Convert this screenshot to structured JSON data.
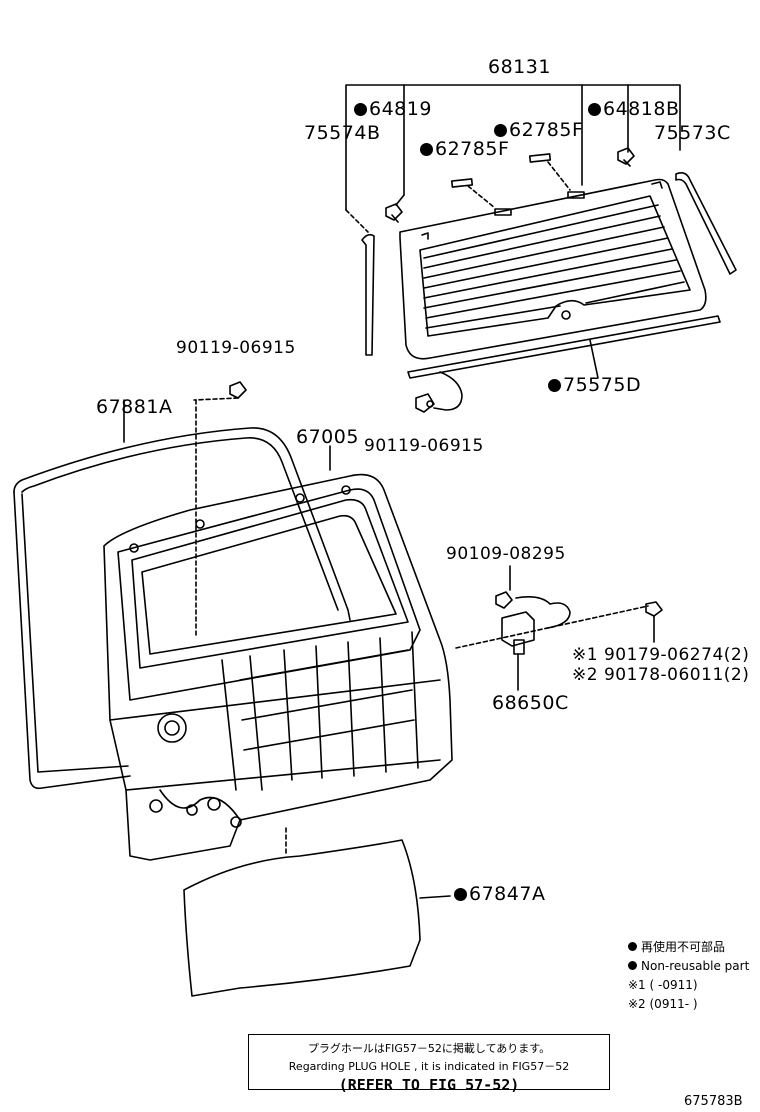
{
  "labels": {
    "p68131": "68131",
    "p64819": "64819",
    "p64818B": "64818B",
    "p75574B": "75574B",
    "p75573C": "75573C",
    "p62785F_top": "62785F",
    "p62785F_left": "62785F",
    "p90119_top": "90119-06915",
    "p90119_bottom": "90119-06915",
    "p75575D": "75575D",
    "p67881A": "67881A",
    "p67005": "67005",
    "p90109": "90109-08295",
    "p90179": "※1 90179-06274(2)",
    "p90178": "※2 90178-06011(2)",
    "p68650C": "68650C",
    "p67847A": "67847A"
  },
  "legend": {
    "non_reusable_jp": "再使用不可部品",
    "non_reusable_en": "Non-reusable part",
    "note1": "※1 (      -0911)",
    "note2": "※2 (0911-      )"
  },
  "note_box": {
    "line1": "プラグホールはFIG57－52に掲載してあります。",
    "line2": "Regarding PLUG HOLE , it is indicated in FIG57－52",
    "line3": "(REFER TO FIG 57-52)"
  },
  "image_code": "675783B"
}
